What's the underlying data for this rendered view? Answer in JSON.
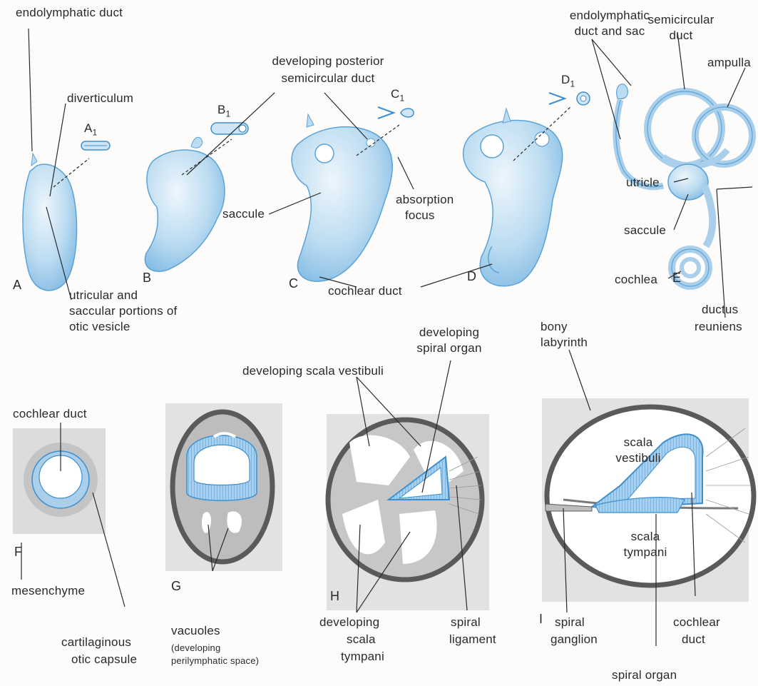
{
  "colors": {
    "structure_blue": "#a9cfeb",
    "outline_blue": "#3d8fcf",
    "capsule_gray": "#9a9a9a",
    "mesenchyme_gray": "#dcdcdc",
    "line_black": "#2a2a2a"
  },
  "labels": {
    "endolymphatic_duct": "endolymphatic duct",
    "diverticulum": "diverticulum",
    "developing_posterior": "developing posterior",
    "semicircular_duct_top": "semicircular duct",
    "endolymphatic_duct_and": "endolymphatic",
    "duct_and_sac": "duct and sac",
    "semicircular": "semicircular",
    "duct": "duct",
    "ampulla": "ampulla",
    "a1": "A",
    "a1_sub": "1",
    "b1": "B",
    "b1_sub": "1",
    "c1": "C",
    "c1_sub": "1",
    "d1": "D",
    "d1_sub": "1",
    "saccule_c": "saccule",
    "absorption": "absorption",
    "focus": "focus",
    "utricle": "utricle",
    "saccule_e": "saccule",
    "cochlea": "cochlea",
    "letter_a": "A",
    "letter_b": "B",
    "letter_c": "C",
    "letter_d": "D",
    "letter_e": "E",
    "cochlear_duct_mid": "cochlear duct",
    "utricular_and": "utricular  and",
    "saccular_portions": "saccular portions of",
    "otic_vesicle": "otic vesicle",
    "ductus": "ductus",
    "reuniens": "reuniens",
    "developing_spiral_1": "developing",
    "developing_spiral_2": "spiral organ",
    "bony": "bony",
    "labyrinth": "labyrinth",
    "developing_scala_vestibuli": "developing  scala vestibuli",
    "cochlear_duct_f": "cochlear duct",
    "scala_vestibuli_1": "scala",
    "scala_vestibuli_2": "vestibuli",
    "scala_tympani_1": "scala",
    "scala_tympani_2": "tympani",
    "letter_f": "F",
    "letter_g": "G",
    "letter_h": "H",
    "letter_i": "I",
    "mesenchyme": "mesenchyme",
    "cartilaginous": "cartilaginous",
    "otic_capsule": "otic capsule",
    "vacuoles": "vacuoles",
    "developing_perilymphatic": "(developing",
    "perilymphatic_space": "perilymphatic space)",
    "developing_st_1": "developing",
    "developing_st_2": "scala",
    "developing_st_3": "tympani",
    "spiral_ligament_1": "spiral",
    "spiral_ligament_2": "ligament",
    "spiral_ganglion_1": "spiral",
    "spiral_ganglion_2": "ganglion",
    "cochlear_duct_i_1": "cochlear",
    "cochlear_duct_i_2": "duct",
    "spiral_organ": "spiral organ"
  }
}
